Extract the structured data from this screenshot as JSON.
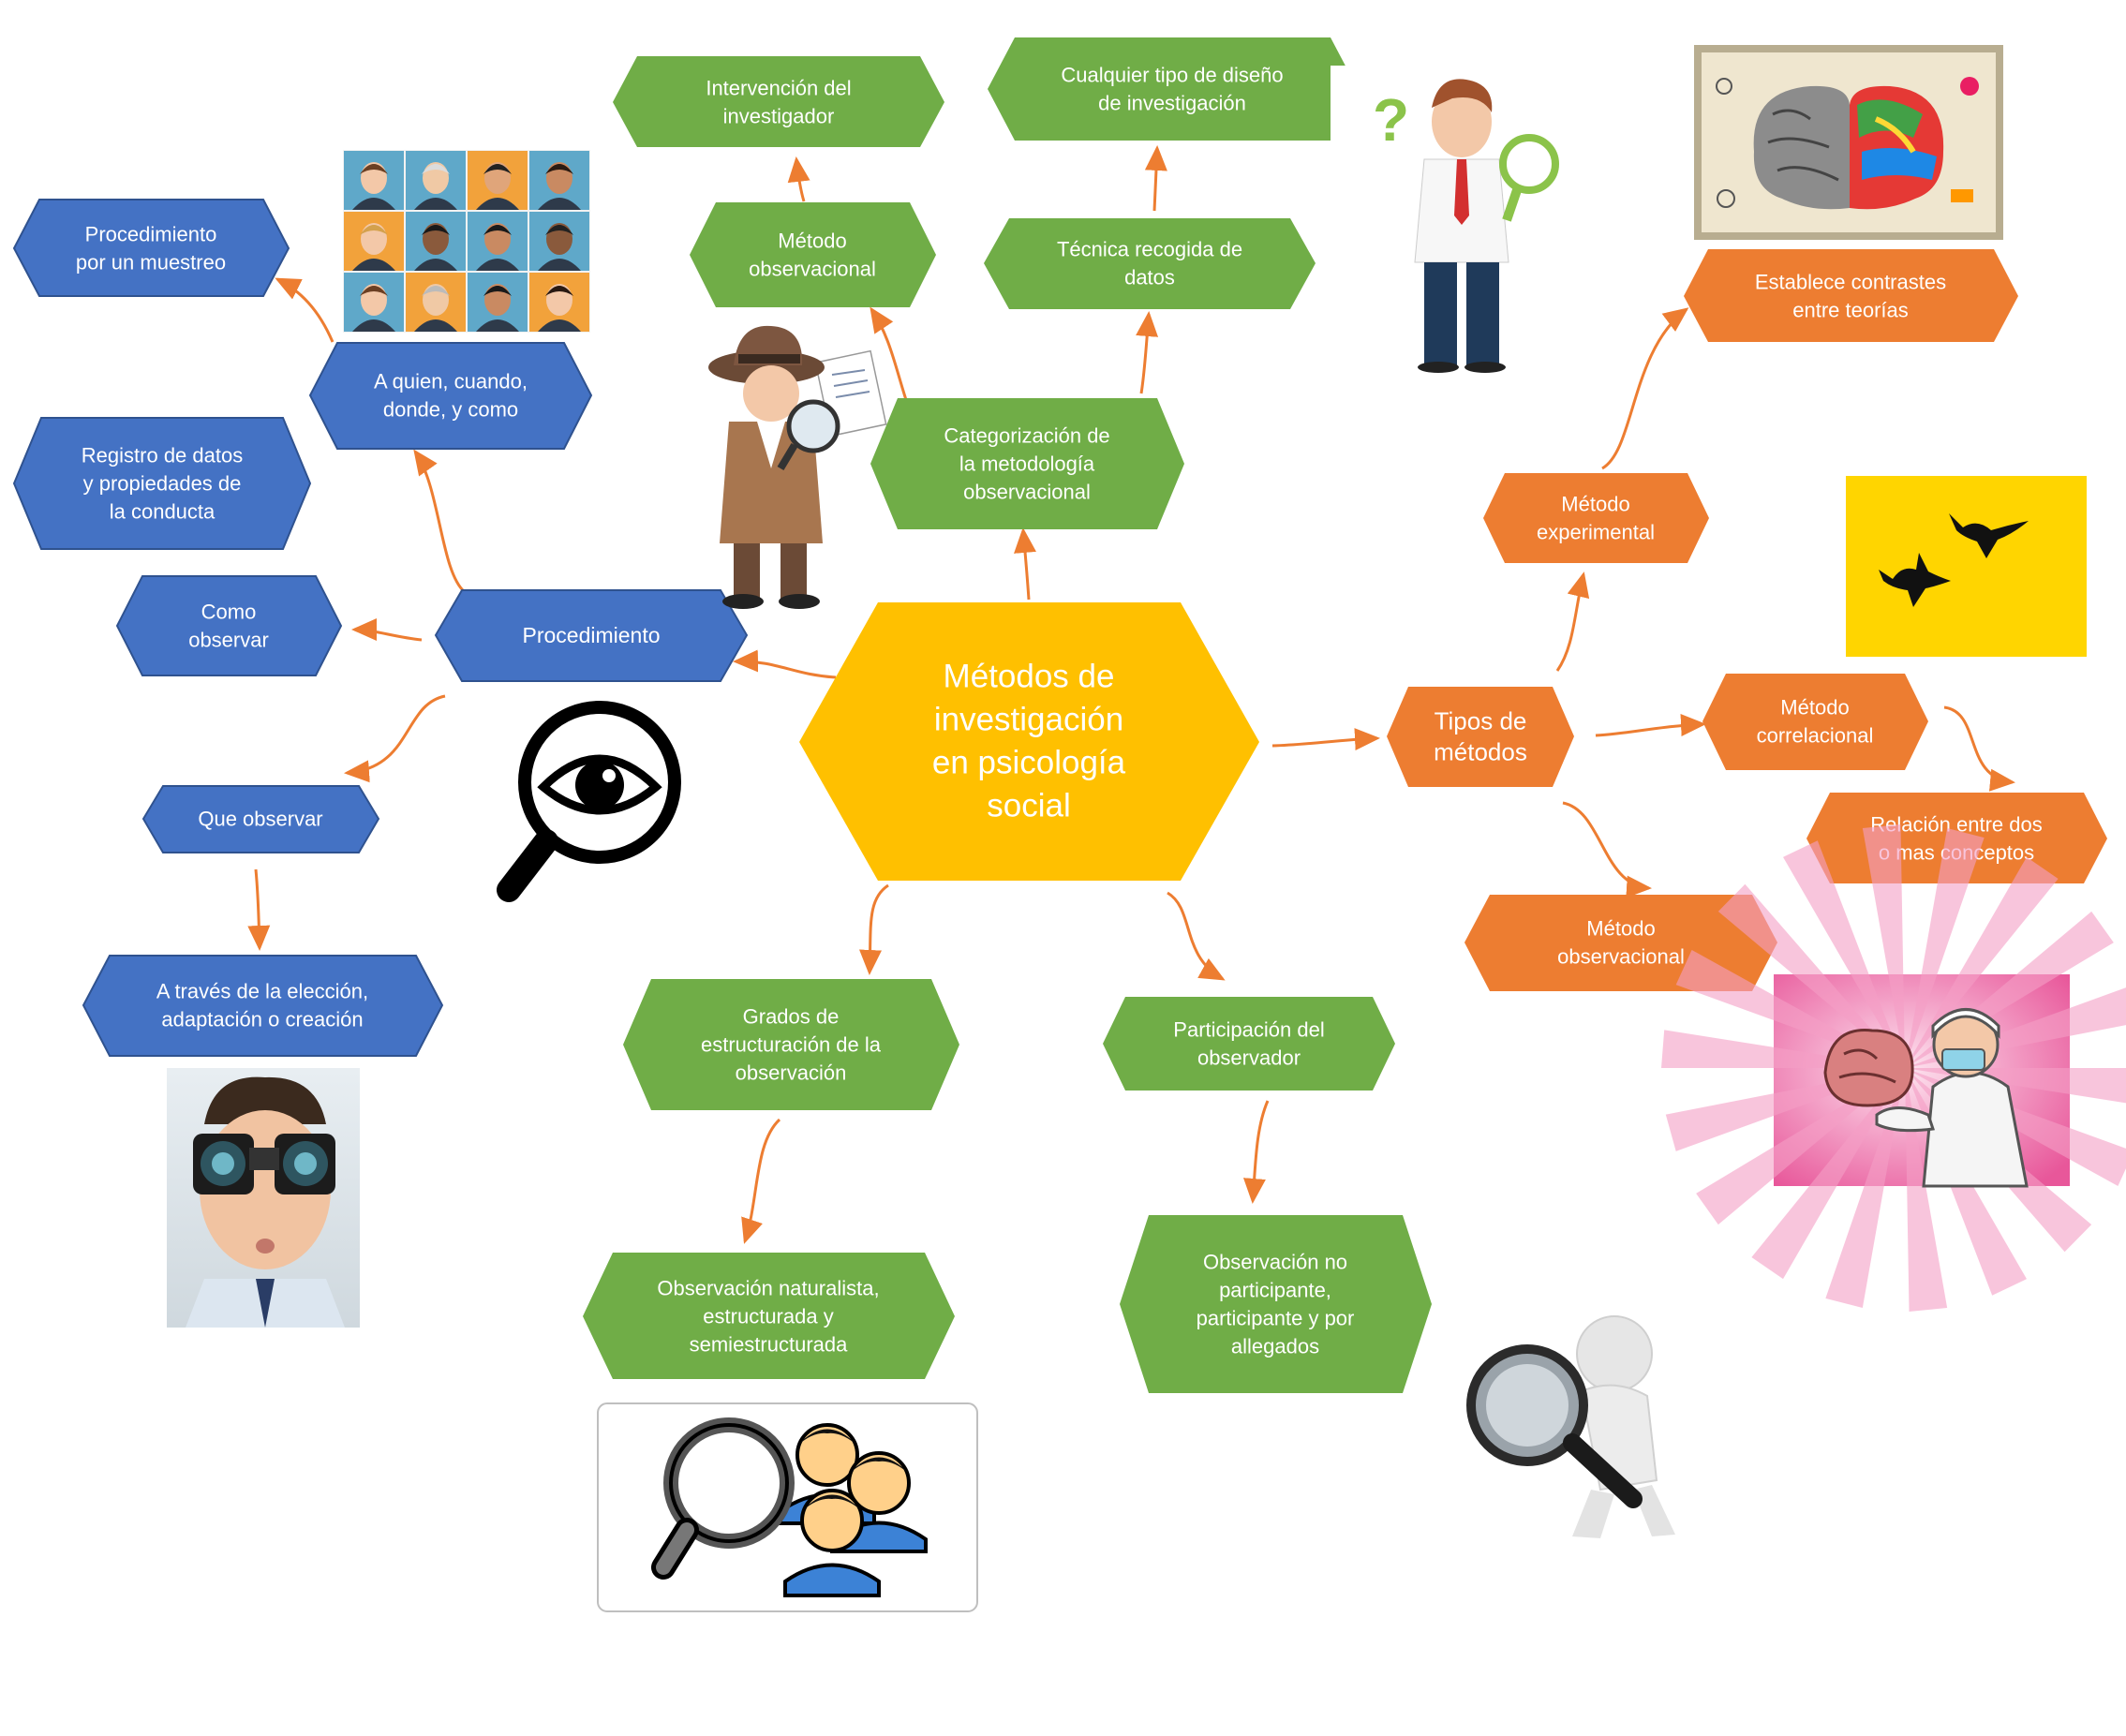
{
  "colors": {
    "blue": "#4472C4",
    "blue_border": "#2F528F",
    "green": "#70AD47",
    "orange": "#ED7D31",
    "yellow": "#FFC000",
    "arrow": "#ED7D31"
  },
  "center": {
    "lines": [
      "Métodos de",
      "investigación",
      "en psicología",
      "social"
    ]
  },
  "nodes": {
    "procedimiento": {
      "lines": [
        "Procedimiento"
      ]
    },
    "a_quien": {
      "lines": [
        "A quien, cuando,",
        "donde, y como"
      ]
    },
    "proc_muestreo": {
      "lines": [
        "Procedimiento",
        "por un muestreo"
      ]
    },
    "registro": {
      "lines": [
        "Registro de datos",
        "y propiedades de",
        "la conducta"
      ]
    },
    "como_observar": {
      "lines": [
        "Como",
        "observar"
      ]
    },
    "que_observar": {
      "lines": [
        "Que observar"
      ]
    },
    "a_traves": {
      "lines": [
        "A través de la elección,",
        "adaptación o creación"
      ]
    },
    "categorizacion": {
      "lines": [
        "Categorización de",
        "la metodología",
        "observacional"
      ]
    },
    "metodo_obs_green": {
      "lines": [
        "Método",
        "observacional"
      ]
    },
    "intervencion": {
      "lines": [
        "Intervención del",
        "investigador"
      ]
    },
    "tecnica": {
      "lines": [
        "Técnica recogida de",
        "datos"
      ]
    },
    "cualquier": {
      "lines": [
        "Cualquier tipo de diseño",
        "de investigación"
      ]
    },
    "grados": {
      "lines": [
        "Grados de",
        "estructuración de la",
        "observación"
      ]
    },
    "obs_naturalista": {
      "lines": [
        "Observación naturalista,",
        "estructurada y",
        "semiestructurada"
      ]
    },
    "participacion": {
      "lines": [
        "Participación del",
        "observador"
      ]
    },
    "obs_no_part": {
      "lines": [
        "Observación no",
        "participante,",
        "participante y por",
        "allegados"
      ]
    },
    "tipos": {
      "lines": [
        "Tipos de",
        "métodos"
      ]
    },
    "experimental": {
      "lines": [
        "Método",
        "experimental"
      ]
    },
    "contrastes": {
      "lines": [
        "Establece contrastes",
        "entre teorías"
      ]
    },
    "correlacional": {
      "lines": [
        "Método",
        "correlacional"
      ]
    },
    "relacion": {
      "lines": [
        "Relación entre dos",
        "o mas conceptos"
      ]
    },
    "obs_orange": {
      "lines": [
        "Método",
        "observacional"
      ]
    }
  },
  "images": [
    "people-grid-image",
    "detective-image",
    "thinking-man-image",
    "brain-art-image",
    "birds-image",
    "eye-magnifier-icon",
    "binoculars-man-image",
    "search-people-icon",
    "figure-magnifier-image",
    "scientist-brain-image"
  ]
}
